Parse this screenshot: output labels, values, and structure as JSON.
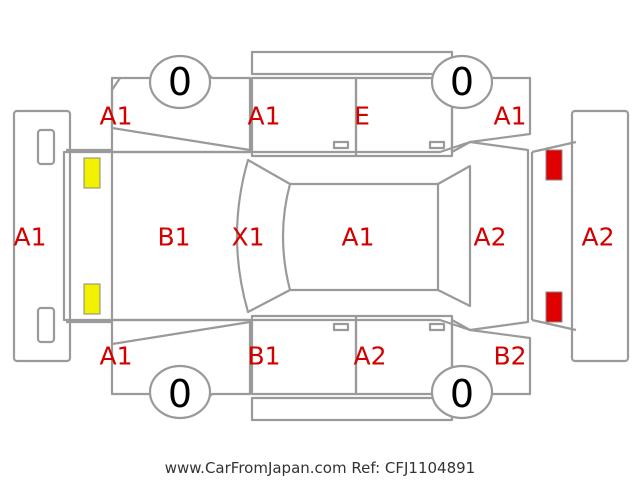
{
  "colors": {
    "outline": "#9a9a9a",
    "damage_code": "#d40000",
    "headlight": "#f2f200",
    "taillight": "#e00000",
    "text": "#000000"
  },
  "tires": {
    "front_left": "0",
    "rear_left": "0",
    "front_right": "0",
    "rear_right": "0"
  },
  "codes": {
    "front_bumper": "A1",
    "hood": "B1",
    "windshield": "X1",
    "roof": "A1",
    "rear_window_area": "A2",
    "rear_bumper": "A2",
    "left_front_fender": "A1",
    "left_front_door": "A1",
    "left_rear_door": "E",
    "left_rear_quarter": "A1",
    "right_front_fender": "A1",
    "right_front_door": "B1",
    "right_rear_door": "A2",
    "right_rear_quarter": "B2"
  },
  "footer": "www.CarFromJapan.com Ref: CFJ1104891"
}
